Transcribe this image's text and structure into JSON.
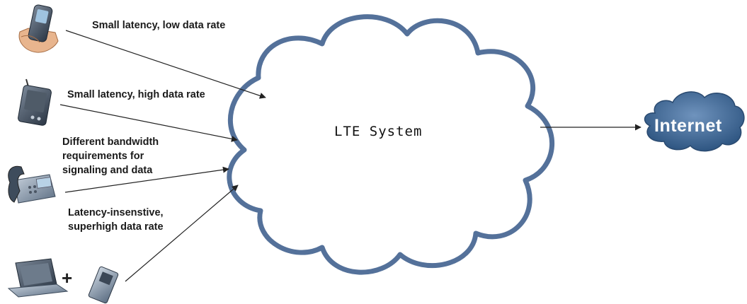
{
  "diagram": {
    "cloud_label": "LTE System",
    "internet_label": "Internet",
    "plus_sign": "+",
    "flows": [
      {
        "device": "mobile-phone",
        "lines": [
          "Small latency, low data rate"
        ]
      },
      {
        "device": "pda",
        "lines": [
          "Small latency, high data rate"
        ]
      },
      {
        "device": "desk-phone",
        "lines": [
          "Different bandwidth",
          "requirements for",
          "signaling and data"
        ]
      },
      {
        "device": "laptop-and-datacard",
        "lines": [
          "Latency-insenstive,",
          "superhigh data rate"
        ]
      }
    ]
  },
  "colors": {
    "cloud_stroke": "#54719a",
    "internet_fill": "#3d6592",
    "arrow": "#222222"
  }
}
